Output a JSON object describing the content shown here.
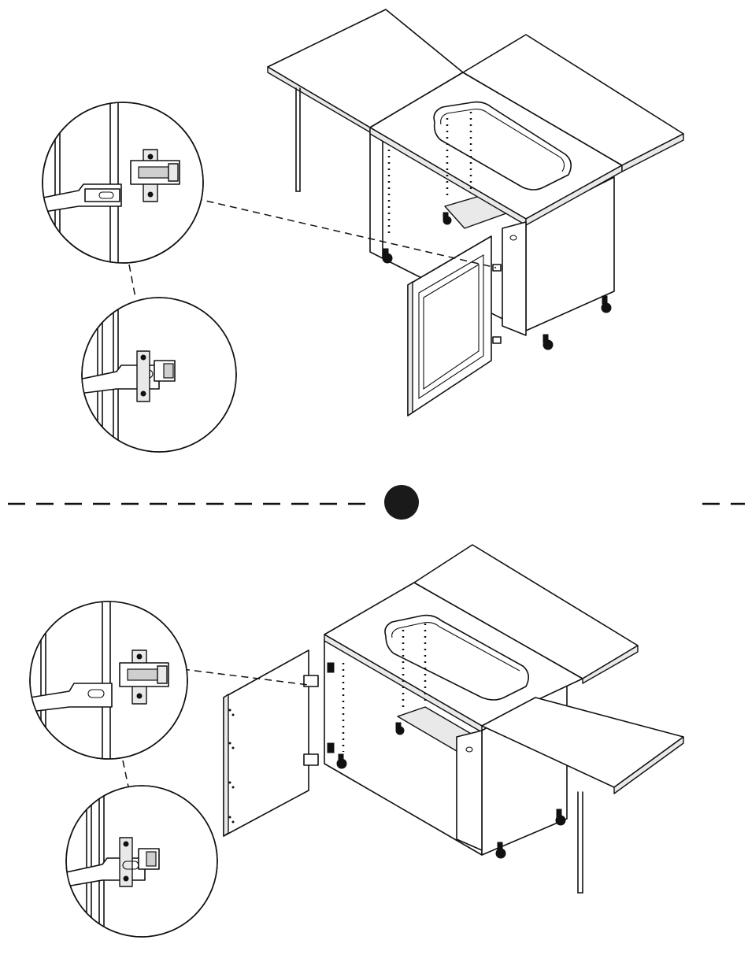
{
  "step_marker": {
    "shape": "filled-circle",
    "color": "#1a1a1a"
  },
  "steps": [
    {
      "name": "step-top",
      "action": "remove-door",
      "detail_callouts": 2,
      "hinge_state": [
        "engaged",
        "released"
      ]
    },
    {
      "name": "step-bottom",
      "action": "attach-door-opposite-side",
      "detail_callouts": 2,
      "hinge_state": [
        "engaged",
        "released"
      ]
    }
  ],
  "colors": {
    "line": "#111111",
    "panel": "#ffffff",
    "shade": "#e9e9e9"
  }
}
